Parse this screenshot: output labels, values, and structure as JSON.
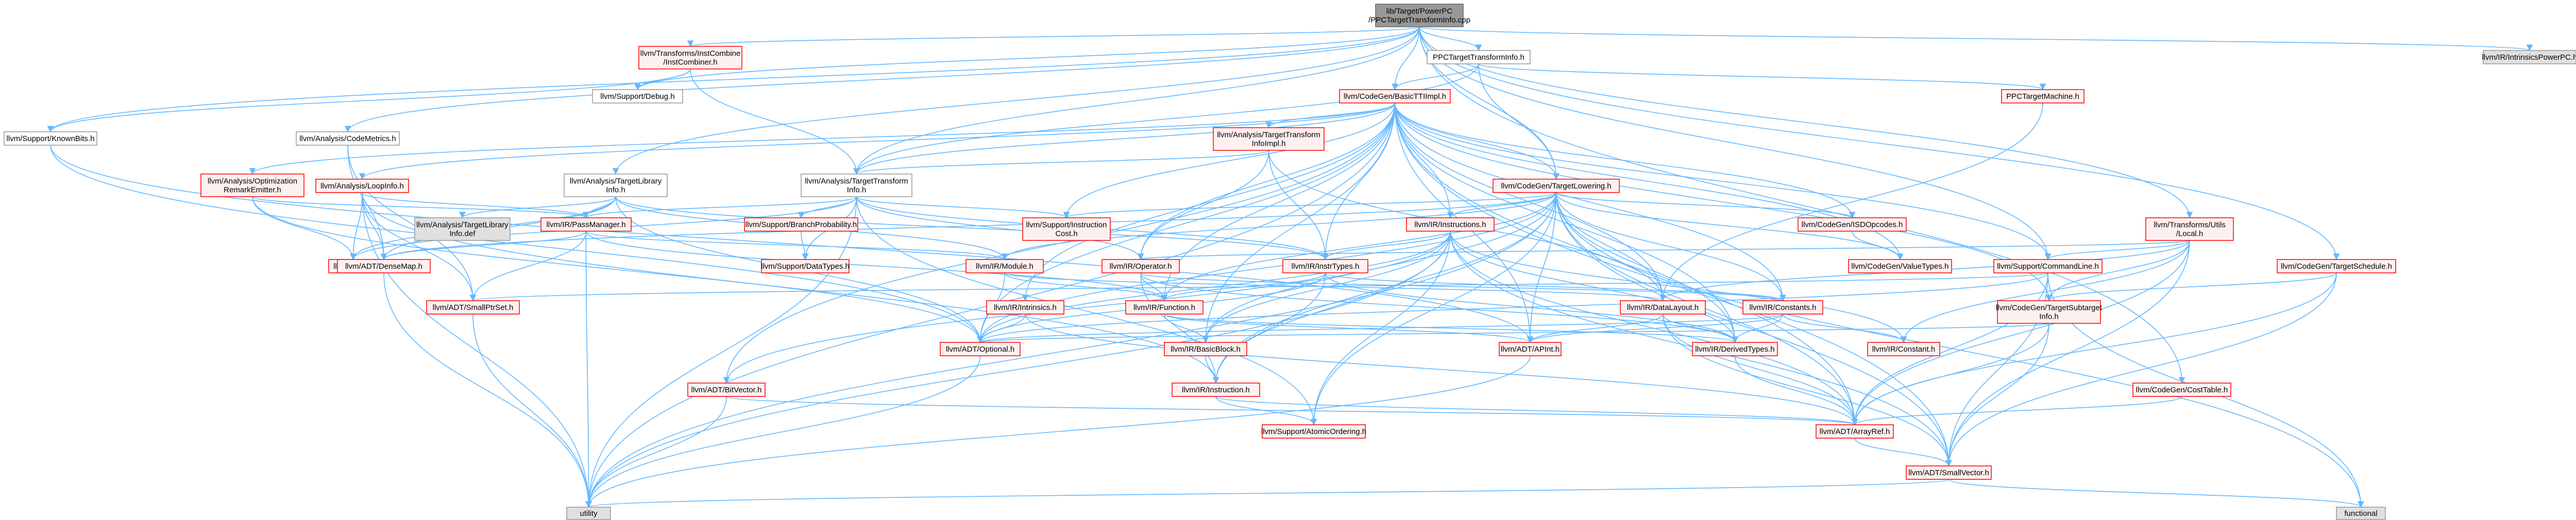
{
  "colors": {
    "edge": "#63B8FF",
    "root_fill": "#999999",
    "root_stroke": "#666666",
    "link_fill": "#FFF0F0",
    "link_stroke": "#FF0000",
    "plain_fill": "#FFFFFF",
    "plain_stroke": "#999999",
    "ext_fill": "#E0E0E0",
    "ext_stroke": "#999999"
  },
  "nodes": [
    {
      "id": "root",
      "label": [
        "lib/Target/PowerPC",
        "/PPCTargetTransformInfo.cpp"
      ],
      "style": "root"
    },
    {
      "id": "instcomb",
      "label": [
        "llvm/Transforms/InstCombine",
        "/InstCombiner.h"
      ],
      "style": "link"
    },
    {
      "id": "ppctti",
      "label": [
        "PPCTargetTransformInfo.h"
      ],
      "style": "plain"
    },
    {
      "id": "intrppc",
      "label": [
        "llvm/IR/IntrinsicsPowerPC.h"
      ],
      "style": "ext"
    },
    {
      "id": "debug",
      "label": [
        "llvm/Support/Debug.h"
      ],
      "style": "plain"
    },
    {
      "id": "ppctm",
      "label": [
        "PPCTargetMachine.h"
      ],
      "style": "link"
    },
    {
      "id": "basictti",
      "label": [
        "llvm/CodeGen/BasicTTIImpl.h"
      ],
      "style": "link"
    },
    {
      "id": "knownbits",
      "label": [
        "llvm/Support/KnownBits.h"
      ],
      "style": "plain"
    },
    {
      "id": "codemetrics",
      "label": [
        "llvm/Analysis/CodeMetrics.h"
      ],
      "style": "plain"
    },
    {
      "id": "ttiimpl",
      "label": [
        "llvm/Analysis/TargetTransform",
        "InfoImpl.h"
      ],
      "style": "link"
    },
    {
      "id": "optremark",
      "label": [
        "llvm/Analysis/Optimization",
        "RemarkEmitter.h"
      ],
      "style": "link"
    },
    {
      "id": "tli",
      "label": [
        "llvm/Analysis/TargetLibrary",
        "Info.h"
      ],
      "style": "plain"
    },
    {
      "id": "tti",
      "label": [
        "llvm/Analysis/TargetTransform",
        "Info.h"
      ],
      "style": "plain"
    },
    {
      "id": "tlowering",
      "label": [
        "llvm/CodeGen/TargetLowering.h"
      ],
      "style": "link"
    },
    {
      "id": "utilslocal",
      "label": [
        "llvm/Transforms/Utils",
        "/Local.h"
      ],
      "style": "link"
    },
    {
      "id": "tschedule",
      "label": [
        "llvm/CodeGen/TargetSchedule.h"
      ],
      "style": "link"
    },
    {
      "id": "loopinfo",
      "label": [
        "llvm/Analysis/LoopInfo.h"
      ],
      "style": "link"
    },
    {
      "id": "tlidef",
      "label": [
        "llvm/Analysis/TargetLibrary",
        "Info.def"
      ],
      "style": "ext"
    },
    {
      "id": "passmgr",
      "label": [
        "llvm/IR/PassManager.h"
      ],
      "style": "link"
    },
    {
      "id": "branchprob",
      "label": [
        "llvm/Support/BranchProbability.h"
      ],
      "style": "link"
    },
    {
      "id": "instcost",
      "label": [
        "llvm/Support/Instruction",
        "Cost.h"
      ],
      "style": "link"
    },
    {
      "id": "instructions",
      "label": [
        "llvm/IR/Instructions.h"
      ],
      "style": "link"
    },
    {
      "id": "isdopcodes",
      "label": [
        "llvm/CodeGen/ISDOpcodes.h"
      ],
      "style": "link"
    },
    {
      "id": "cmdline",
      "label": [
        "llvm/Support/CommandLine.h"
      ],
      "style": "link"
    },
    {
      "id": "pass",
      "label": [
        "llvm/Pass.h"
      ],
      "style": "link"
    },
    {
      "id": "densemap",
      "label": [
        "llvm/ADT/DenseMap.h"
      ],
      "style": "link"
    },
    {
      "id": "datatypes",
      "label": [
        "llvm/Support/DataTypes.h"
      ],
      "style": "link"
    },
    {
      "id": "module",
      "label": [
        "llvm/IR/Module.h"
      ],
      "style": "link"
    },
    {
      "id": "operator",
      "label": [
        "llvm/IR/Operator.h"
      ],
      "style": "link"
    },
    {
      "id": "insttypes",
      "label": [
        "llvm/IR/InstrTypes.h"
      ],
      "style": "link"
    },
    {
      "id": "valuetypes",
      "label": [
        "llvm/CodeGen/ValueTypes.h"
      ],
      "style": "link"
    },
    {
      "id": "tschedsched",
      "label": [
        "llvm/CodeGen/TargetSchedule.h"
      ],
      "style": "link"
    },
    {
      "id": "smallptrset",
      "label": [
        "llvm/ADT/SmallPtrSet.h"
      ],
      "style": "link"
    },
    {
      "id": "intrinsics",
      "label": [
        "llvm/IR/Intrinsics.h"
      ],
      "style": "link"
    },
    {
      "id": "function",
      "label": [
        "llvm/IR/Function.h"
      ],
      "style": "link"
    },
    {
      "id": "datalayout",
      "label": [
        "llvm/IR/DataLayout.h"
      ],
      "style": "link"
    },
    {
      "id": "constants",
      "label": [
        "llvm/IR/Constants.h"
      ],
      "style": "link"
    },
    {
      "id": "subtarget",
      "label": [
        "llvm/CodeGen/TargetSubtarget",
        "Info.h"
      ],
      "style": "link"
    },
    {
      "id": "optional",
      "label": [
        "llvm/ADT/Optional.h"
      ],
      "style": "link"
    },
    {
      "id": "basicblock",
      "label": [
        "llvm/IR/BasicBlock.h"
      ],
      "style": "link"
    },
    {
      "id": "apint",
      "label": [
        "llvm/ADT/APInt.h"
      ],
      "style": "link"
    },
    {
      "id": "derivedtypes",
      "label": [
        "llvm/IR/DerivedTypes.h"
      ],
      "style": "link"
    },
    {
      "id": "constant",
      "label": [
        "llvm/IR/Constant.h"
      ],
      "style": "link"
    },
    {
      "id": "bitvector",
      "label": [
        "llvm/ADT/BitVector.h"
      ],
      "style": "link"
    },
    {
      "id": "instruction",
      "label": [
        "llvm/IR/Instruction.h"
      ],
      "style": "link"
    },
    {
      "id": "costtable",
      "label": [
        "llvm/CodeGen/CostTable.h"
      ],
      "style": "link"
    },
    {
      "id": "atomicordering",
      "label": [
        "llvm/Support/AtomicOrdering.h"
      ],
      "style": "link"
    },
    {
      "id": "arrayref",
      "label": [
        "llvm/ADT/ArrayRef.h"
      ],
      "style": "link"
    },
    {
      "id": "smallvector",
      "label": [
        "llvm/ADT/SmallVector.h"
      ],
      "style": "link"
    },
    {
      "id": "utility",
      "label": [
        "utility"
      ],
      "style": "ext"
    },
    {
      "id": "functional",
      "label": [
        "functional"
      ],
      "style": "ext"
    }
  ],
  "edges": [
    [
      "root",
      "instcomb"
    ],
    [
      "root",
      "ppctti"
    ],
    [
      "root",
      "intrppc"
    ],
    [
      "root",
      "debug"
    ],
    [
      "root",
      "basictti"
    ],
    [
      "root",
      "knownbits"
    ],
    [
      "root",
      "codemetrics"
    ],
    [
      "root",
      "tti"
    ],
    [
      "root",
      "tlowering"
    ],
    [
      "root",
      "utilslocal"
    ],
    [
      "root",
      "tschedule"
    ],
    [
      "root",
      "costtable"
    ],
    [
      "root",
      "cmdline"
    ],
    [
      "root",
      "tli"
    ],
    [
      "instcomb",
      "debug"
    ],
    [
      "instcomb",
      "knownbits"
    ],
    [
      "instcomb",
      "tti"
    ],
    [
      "ppctti",
      "ppctm"
    ],
    [
      "ppctti",
      "basictti"
    ],
    [
      "ppctti",
      "tti"
    ],
    [
      "ppctti",
      "tlowering"
    ],
    [
      "ppctm",
      "datalayout"
    ],
    [
      "basictti",
      "ttiimpl"
    ],
    [
      "basictti",
      "optremark"
    ],
    [
      "basictti",
      "loopinfo"
    ],
    [
      "basictti",
      "tti"
    ],
    [
      "basictti",
      "tlowering"
    ],
    [
      "basictti",
      "isdopcodes"
    ],
    [
      "basictti",
      "valuetypes"
    ],
    [
      "basictti",
      "subtarget"
    ],
    [
      "basictti",
      "cmdline"
    ],
    [
      "basictti",
      "instructions"
    ],
    [
      "basictti",
      "insttypes"
    ],
    [
      "basictti",
      "operator"
    ],
    [
      "basictti",
      "datalayout"
    ],
    [
      "basictti",
      "constants"
    ],
    [
      "basictti",
      "derivedtypes"
    ],
    [
      "basictti",
      "bitvector"
    ],
    [
      "basictti",
      "apint"
    ],
    [
      "basictti",
      "arrayref"
    ],
    [
      "basictti",
      "smallvector"
    ],
    [
      "basictti",
      "optional"
    ],
    [
      "basictti",
      "utility"
    ],
    [
      "basictti",
      "instcost"
    ],
    [
      "basictti",
      "function"
    ],
    [
      "basictti",
      "basicblock"
    ],
    [
      "basictti",
      "intrinsics"
    ],
    [
      "knownbits",
      "apint"
    ],
    [
      "knownbits",
      "optional"
    ],
    [
      "codemetrics",
      "densemap"
    ],
    [
      "codemetrics",
      "smallptrset"
    ],
    [
      "ttiimpl",
      "tti"
    ],
    [
      "ttiimpl",
      "operator"
    ],
    [
      "ttiimpl",
      "insttypes"
    ],
    [
      "ttiimpl",
      "datalayout"
    ],
    [
      "optremark",
      "pass"
    ],
    [
      "optremark",
      "passmgr"
    ],
    [
      "optremark",
      "optional"
    ],
    [
      "tli",
      "tlidef"
    ],
    [
      "tli",
      "passmgr"
    ],
    [
      "tli",
      "pass"
    ],
    [
      "tli",
      "densemap"
    ],
    [
      "tli",
      "optional"
    ],
    [
      "tli",
      "module"
    ],
    [
      "tli",
      "insttypes"
    ],
    [
      "tti",
      "passmgr"
    ],
    [
      "tti",
      "branchprob"
    ],
    [
      "tti",
      "instcost"
    ],
    [
      "tti",
      "operator"
    ],
    [
      "tti",
      "insttypes"
    ],
    [
      "tti",
      "pass"
    ],
    [
      "tti",
      "utility"
    ],
    [
      "tti",
      "datatypes"
    ],
    [
      "tti",
      "atomicordering"
    ],
    [
      "tlowering",
      "isdopcodes"
    ],
    [
      "tlowering",
      "valuetypes"
    ],
    [
      "tlowering",
      "instructions"
    ],
    [
      "tlowering",
      "datalayout"
    ],
    [
      "tlowering",
      "derivedtypes"
    ],
    [
      "tlowering",
      "function"
    ],
    [
      "tlowering",
      "constants"
    ],
    [
      "tlowering",
      "apint"
    ],
    [
      "tlowering",
      "arrayref"
    ],
    [
      "tlowering",
      "smallvector"
    ],
    [
      "tlowering",
      "densemap"
    ],
    [
      "tlowering",
      "instcost"
    ],
    [
      "tlowering",
      "atomicordering"
    ],
    [
      "tlowering",
      "utility"
    ],
    [
      "tlowering",
      "functional"
    ],
    [
      "tlowering",
      "basicblock"
    ],
    [
      "tlowering",
      "instruction"
    ],
    [
      "tlowering",
      "optional"
    ],
    [
      "tlowering",
      "module"
    ],
    [
      "utilslocal",
      "cmdline"
    ],
    [
      "utilslocal",
      "datalayout"
    ],
    [
      "utilslocal",
      "constant"
    ],
    [
      "utilslocal",
      "arrayref"
    ],
    [
      "utilslocal",
      "smallvector"
    ],
    [
      "utilslocal",
      "subtarget"
    ],
    [
      "utilslocal",
      "operator"
    ],
    [
      "tschedule",
      "subtarget"
    ],
    [
      "tschedule",
      "smallvector"
    ],
    [
      "tschedule",
      "arrayref"
    ],
    [
      "loopinfo",
      "pass"
    ],
    [
      "loopinfo",
      "passmgr"
    ],
    [
      "loopinfo",
      "densemap"
    ],
    [
      "loopinfo",
      "smallptrset"
    ],
    [
      "loopinfo",
      "instruction"
    ],
    [
      "loopinfo",
      "utility"
    ],
    [
      "passmgr",
      "module"
    ],
    [
      "passmgr",
      "function"
    ],
    [
      "passmgr",
      "densemap"
    ],
    [
      "passmgr",
      "smallptrset"
    ],
    [
      "passmgr",
      "utility"
    ],
    [
      "branchprob",
      "datatypes"
    ],
    [
      "instructions",
      "insttypes"
    ],
    [
      "instructions",
      "instruction"
    ],
    [
      "instructions",
      "basicblock"
    ],
    [
      "instructions",
      "derivedtypes"
    ],
    [
      "instructions",
      "constant"
    ],
    [
      "instructions",
      "atomicordering"
    ],
    [
      "instructions",
      "optional"
    ],
    [
      "instructions",
      "bitvector"
    ],
    [
      "instructions",
      "arrayref"
    ],
    [
      "instructions",
      "smallvector"
    ],
    [
      "instructions",
      "utility"
    ],
    [
      "isdopcodes",
      "valuetypes"
    ],
    [
      "cmdline",
      "smallptrset"
    ],
    [
      "cmdline",
      "arrayref"
    ],
    [
      "cmdline",
      "smallvector"
    ],
    [
      "cmdline",
      "optional"
    ],
    [
      "cmdline",
      "functional"
    ],
    [
      "densemap",
      "utility"
    ],
    [
      "module",
      "function"
    ],
    [
      "module",
      "datalayout"
    ],
    [
      "module",
      "optional"
    ],
    [
      "operator",
      "function"
    ],
    [
      "operator",
      "constants"
    ],
    [
      "operator",
      "instruction"
    ],
    [
      "operator",
      "derivedtypes"
    ],
    [
      "insttypes",
      "instruction"
    ],
    [
      "insttypes",
      "constants"
    ],
    [
      "insttypes",
      "derivedtypes"
    ],
    [
      "insttypes",
      "function"
    ],
    [
      "insttypes",
      "optional"
    ],
    [
      "smallptrset",
      "utility"
    ],
    [
      "intrinsics",
      "optional"
    ],
    [
      "intrinsics",
      "arrayref"
    ],
    [
      "function",
      "basicblock"
    ],
    [
      "function",
      "derivedtypes"
    ],
    [
      "function",
      "apint"
    ],
    [
      "datalayout",
      "derivedtypes"
    ],
    [
      "datalayout",
      "apint"
    ],
    [
      "datalayout",
      "arrayref"
    ],
    [
      "datalayout",
      "smallvector"
    ],
    [
      "constants",
      "constant"
    ],
    [
      "constants",
      "derivedtypes"
    ],
    [
      "constants",
      "apint"
    ],
    [
      "constants",
      "optional"
    ],
    [
      "subtarget",
      "arrayref"
    ],
    [
      "subtarget",
      "smallvector"
    ],
    [
      "subtarget",
      "optional"
    ],
    [
      "optional",
      "utility"
    ],
    [
      "basicblock",
      "instruction"
    ],
    [
      "apint",
      "utility"
    ],
    [
      "derivedtypes",
      "arrayref"
    ],
    [
      "bitvector",
      "arrayref"
    ],
    [
      "bitvector",
      "utility"
    ],
    [
      "instruction",
      "atomicordering"
    ],
    [
      "instruction",
      "arrayref"
    ],
    [
      "costtable",
      "arrayref"
    ],
    [
      "arrayref",
      "smallvector"
    ],
    [
      "smallvector",
      "utility"
    ],
    [
      "smallvector",
      "functional"
    ]
  ]
}
